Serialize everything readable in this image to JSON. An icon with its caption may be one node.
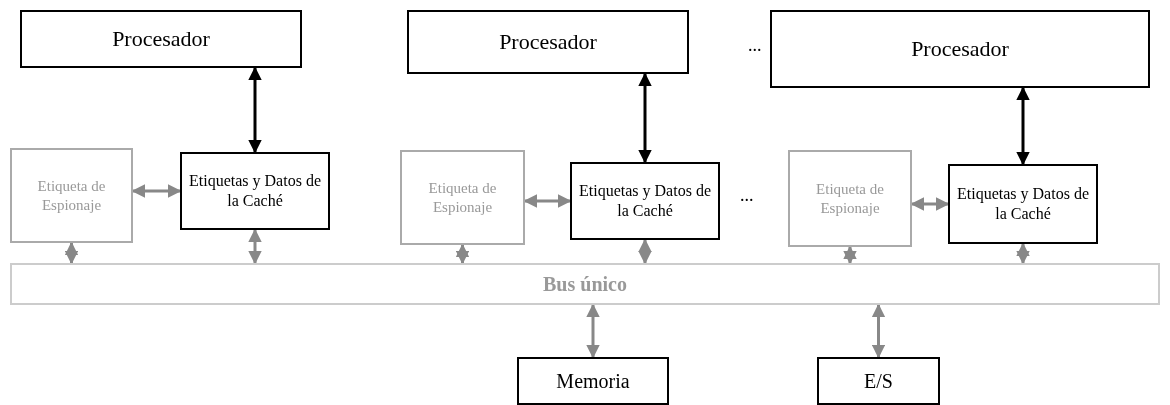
{
  "diagram": {
    "nodes": [
      {
        "text": [
          "Procesador"
        ]
      },
      {
        "text": [
          "Procesador"
        ]
      },
      {
        "text": [
          "Procesador"
        ]
      },
      {
        "text": [
          "Etiqueta de Espionaje"
        ]
      },
      {
        "text": [
          "Etiquetas y Datos de la Caché"
        ]
      },
      {
        "text": [
          "Etiqueta de Espionaje"
        ]
      },
      {
        "text": [
          "Etiquetas y Datos de la Caché"
        ]
      },
      {
        "text": [
          "Etiqueta de Espionaje"
        ]
      },
      {
        "text": [
          "Etiquetas y Datos de la Caché"
        ]
      },
      {
        "text": [
          "Bus único"
        ]
      },
      {
        "text": [
          "Memoria"
        ]
      },
      {
        "text": [
          "E/S"
        ]
      }
    ],
    "edges": [
      {
        "from": 0,
        "to": 4,
        "arrow": "both",
        "color": "#000000"
      },
      {
        "from": 1,
        "to": 6,
        "arrow": "both",
        "color": "#000000"
      },
      {
        "from": 2,
        "to": 8,
        "arrow": "both",
        "color": "#000000"
      },
      {
        "from": 3,
        "to": 4,
        "arrow": "both"
      },
      {
        "from": 5,
        "to": 6,
        "arrow": "both"
      },
      {
        "from": 7,
        "to": 8,
        "arrow": "both"
      },
      {
        "from": 3,
        "to": 9,
        "arrow": "both"
      },
      {
        "from": 4,
        "to": 9,
        "arrow": "both"
      },
      {
        "from": 5,
        "to": 9,
        "arrow": "both"
      },
      {
        "from": 6,
        "to": 9,
        "arrow": "both"
      },
      {
        "from": 7,
        "to": 9,
        "arrow": "both"
      },
      {
        "from": 8,
        "to": 9,
        "arrow": "both"
      },
      {
        "from": 9,
        "to": 10,
        "arrow": "both"
      },
      {
        "from": 9,
        "to": 11,
        "arrow": "both"
      }
    ],
    "labels": [
      "...",
      "..."
    ]
  }
}
